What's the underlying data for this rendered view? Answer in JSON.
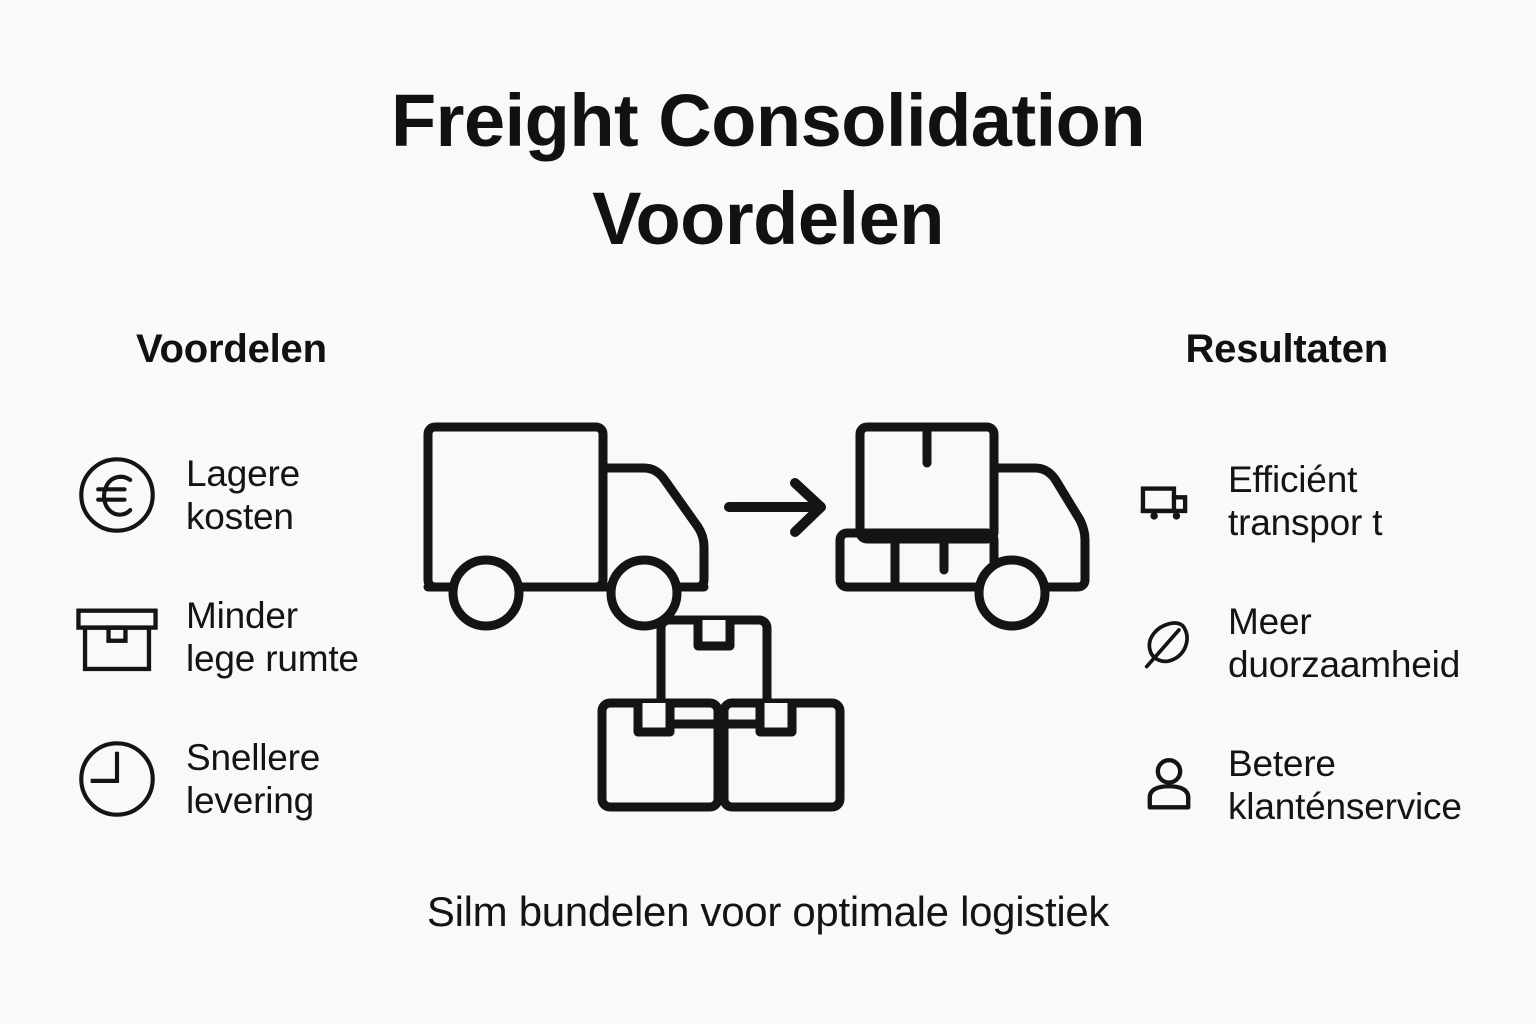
{
  "page": {
    "background_color": "#f9f9f7",
    "ink_color": "#141414"
  },
  "title": {
    "line1": "Freight Consolidation",
    "line2": "Voordelen"
  },
  "columns": {
    "left_heading": "Voordelen",
    "right_heading": "Resultaten"
  },
  "benefits": [
    {
      "icon": "euro-coin-icon",
      "label": "Lagere\nkosten"
    },
    {
      "icon": "crate-box-icon",
      "label": "Minder\nlege rumte"
    },
    {
      "icon": "clock-icon",
      "label": "Snellere\nlevering"
    }
  ],
  "results": [
    {
      "icon": "delivery-truck-icon",
      "label": "Efficiént\ntranspor t"
    },
    {
      "icon": "leaf-icon",
      "label": "Meer\nduorzaamheid"
    },
    {
      "icon": "person-icon",
      "label": "Betere\nklanténservice"
    }
  ],
  "illustration": {
    "empty_truck": "empty-truck-icon",
    "arrow": "right-arrow-icon",
    "loaded_truck": "loaded-truck-icon",
    "boxes": "stacked-boxes-icon"
  },
  "caption": "Silm bundelen voor optimale logistiek"
}
